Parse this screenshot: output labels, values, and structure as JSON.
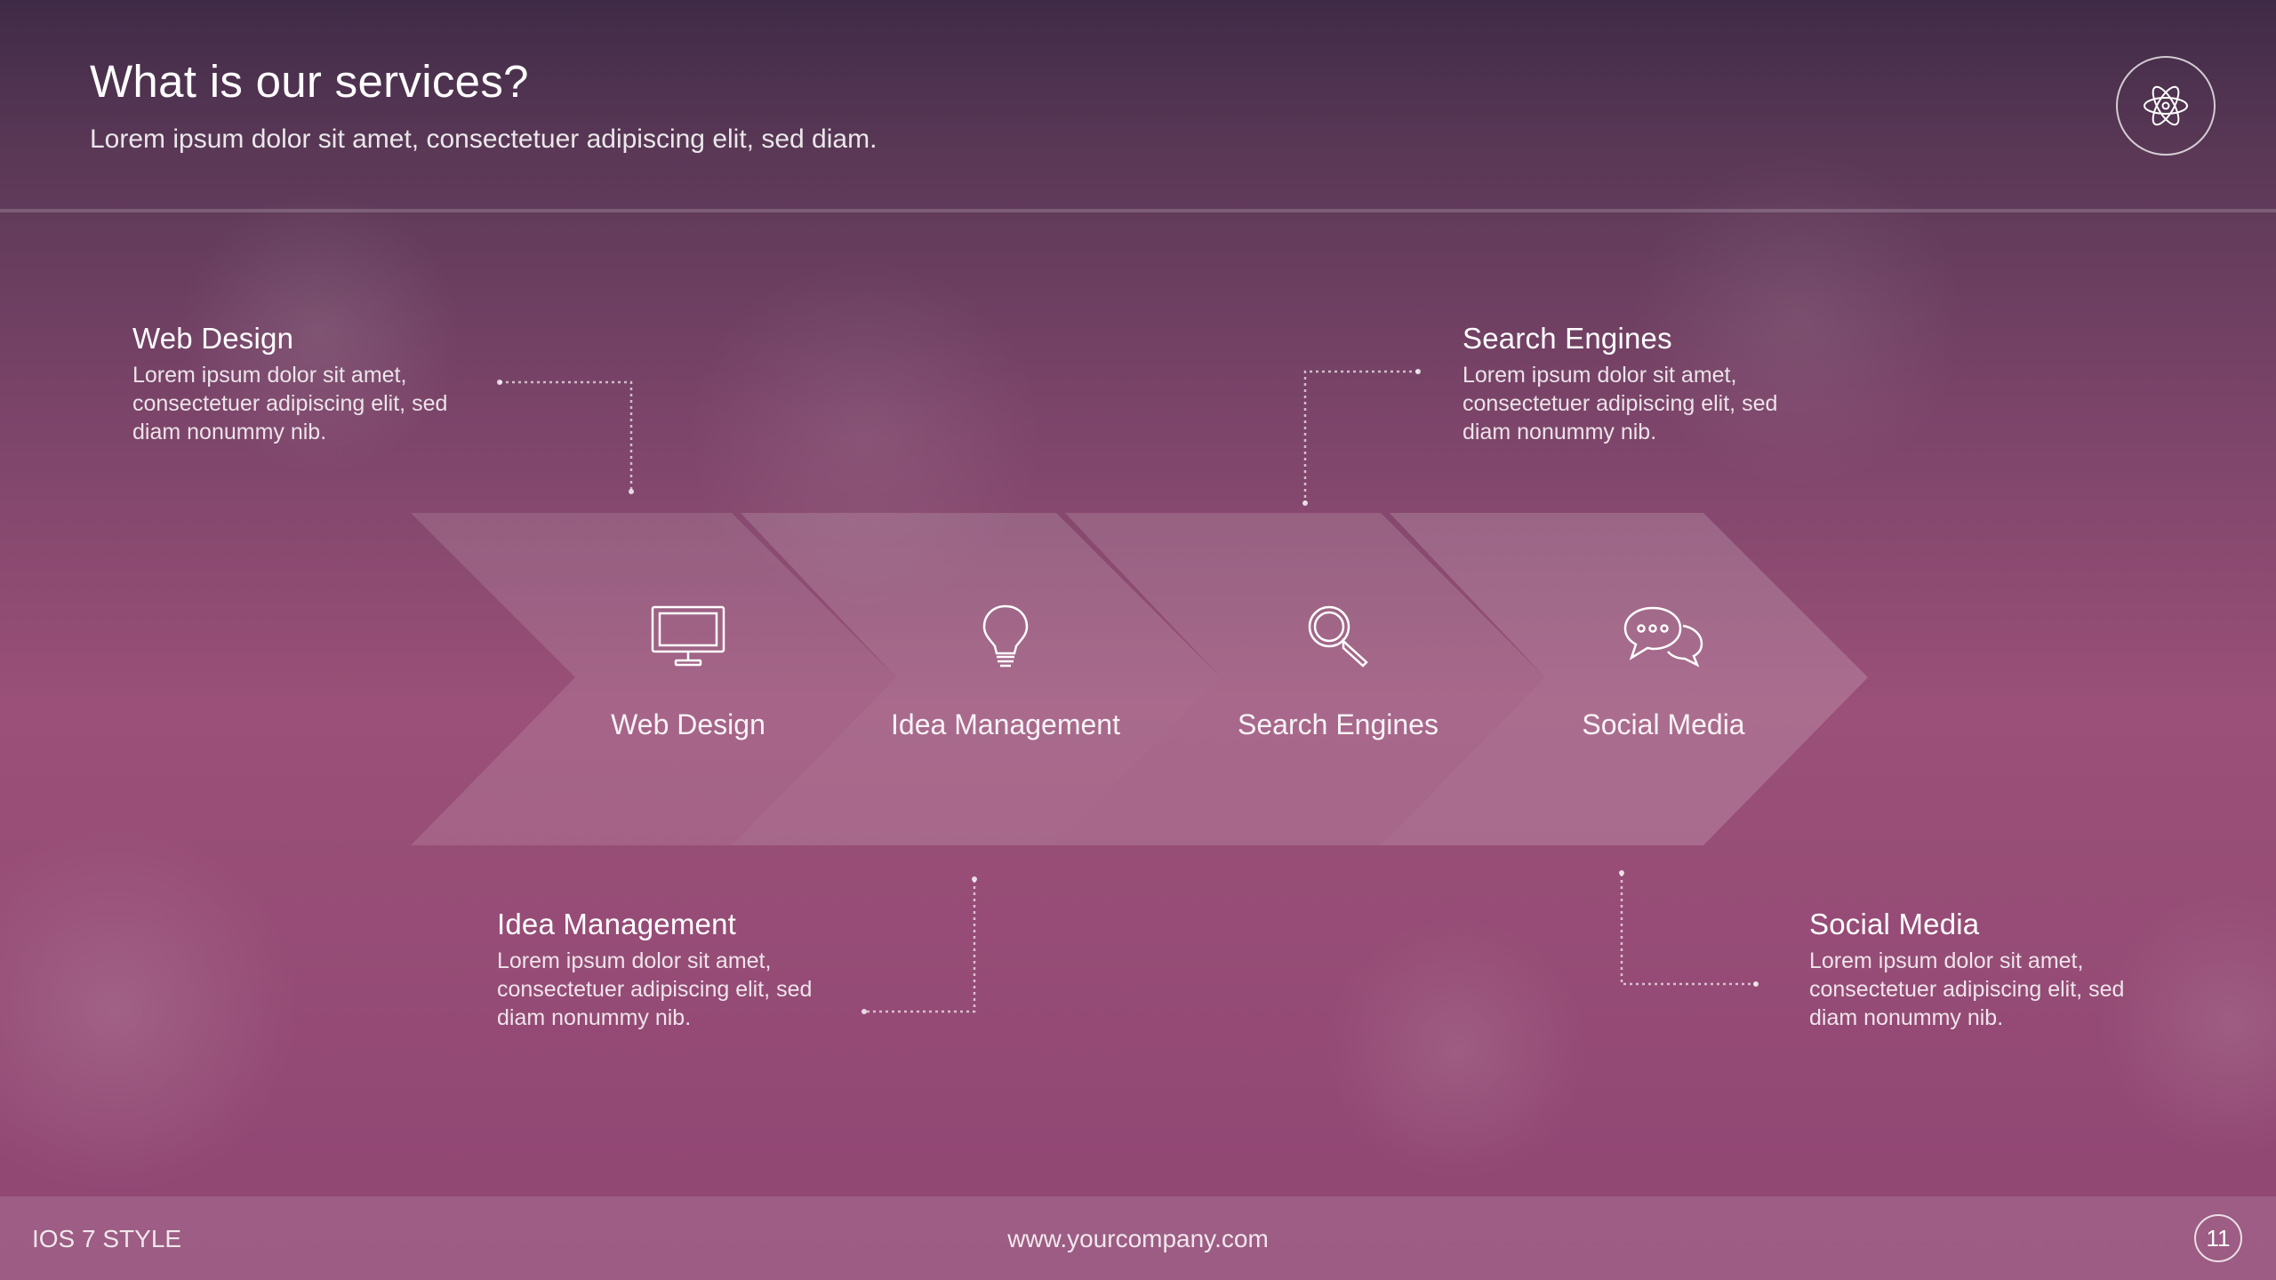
{
  "header": {
    "title": "What is our services?",
    "subtitle": "Lorem ipsum dolor sit amet, consectetuer adipiscing elit, sed diam."
  },
  "logo": {
    "icon": "atom-icon"
  },
  "chevrons": [
    {
      "label": "Web Design",
      "icon": "monitor-icon"
    },
    {
      "label": "Idea Management",
      "icon": "lightbulb-icon"
    },
    {
      "label": "Search Engines",
      "icon": "search-icon"
    },
    {
      "label": "Social Media",
      "icon": "chat-icon"
    }
  ],
  "callouts": [
    {
      "title": "Web Design",
      "text": "Lorem ipsum dolor sit amet, consectetuer adipiscing elit, sed diam nonummy nib."
    },
    {
      "title": "Idea Management",
      "text": "Lorem ipsum dolor sit amet, consectetuer adipiscing elit, sed diam nonummy nib."
    },
    {
      "title": "Search Engines",
      "text": "Lorem ipsum dolor sit amet, consectetuer adipiscing elit, sed diam nonummy nib."
    },
    {
      "title": "Social Media",
      "text": "Lorem ipsum dolor sit amet, consectetuer adipiscing elit, sed diam nonummy nib."
    }
  ],
  "footer": {
    "left": "IOS 7 STYLE",
    "center": "www.yourcompany.com",
    "page_number": "11"
  },
  "colors": {
    "background_top": "#3f2b47",
    "background_bottom": "#8f4672",
    "chevron_fill": "#ffffff"
  }
}
